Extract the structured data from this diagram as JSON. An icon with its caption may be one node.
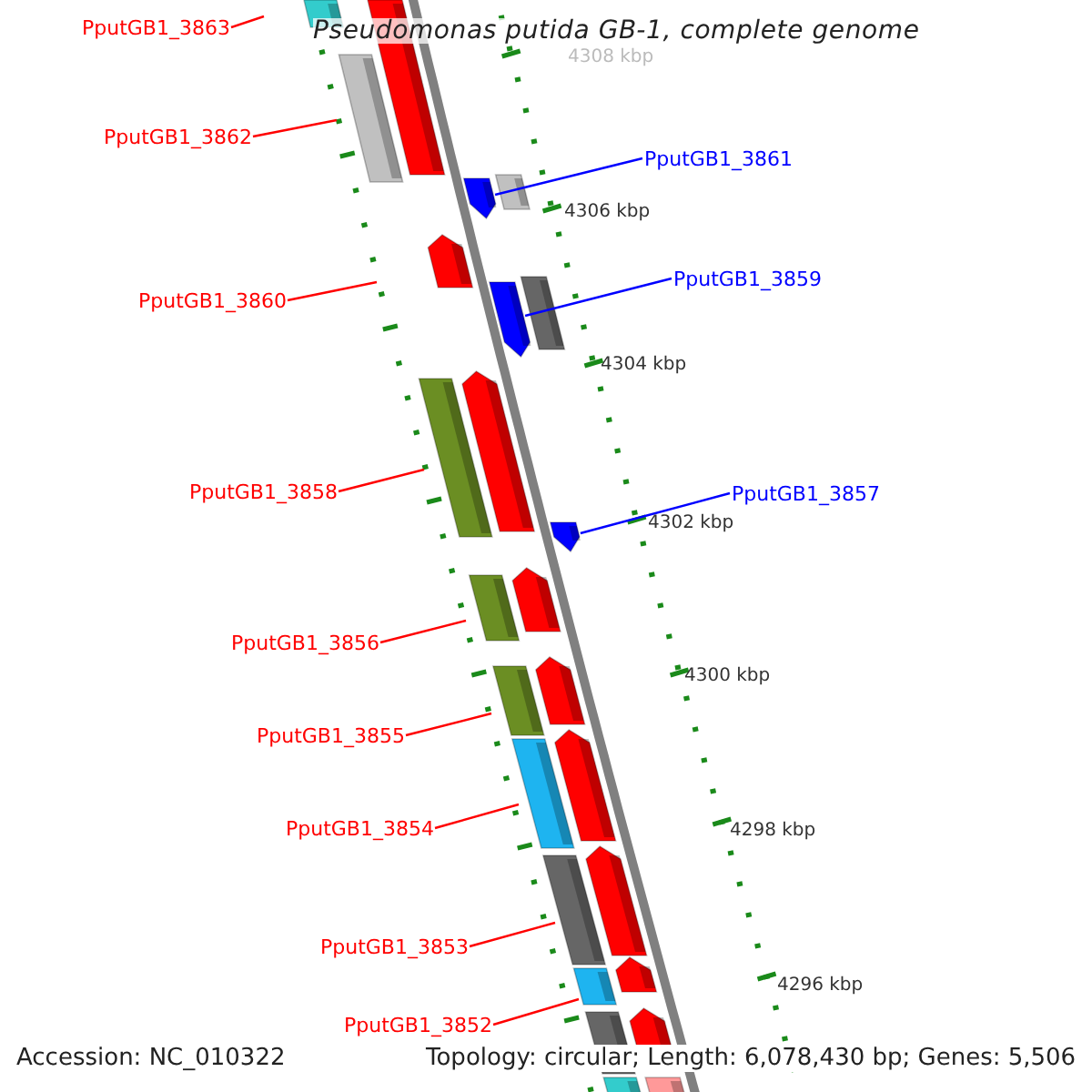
{
  "diagram": {
    "title": "Pseudomonas putida GB-1, complete genome",
    "nodes": [
      {
        "text": [
          "PputGB1_3863"
        ]
      },
      {
        "text": [
          "PputGB1_3862"
        ]
      },
      {
        "text": [
          "PputGB1_3861"
        ]
      },
      {
        "text": [
          "PputGB1_3860"
        ]
      },
      {
        "text": [
          "PputGB1_3859"
        ]
      },
      {
        "text": [
          "PputGB1_3858"
        ]
      },
      {
        "text": [
          "PputGB1_3857"
        ]
      },
      {
        "text": [
          "PputGB1_3856"
        ]
      },
      {
        "text": [
          "PputGB1_3855"
        ]
      },
      {
        "text": [
          "PputGB1_3854"
        ]
      },
      {
        "text": [
          "PputGB1_3853"
        ]
      },
      {
        "text": [
          "PputGB1_3852"
        ]
      },
      {
        "text": [],
        "shape": "arrow"
      },
      {
        "text": [],
        "shape": "arrow"
      },
      {
        "text": [],
        "shape": "arrow"
      }
    ],
    "edges": [
      {
        "from": 0,
        "to": null,
        "arrow": "none"
      },
      {
        "from": 1,
        "to": null,
        "arrow": "none"
      },
      {
        "from": 2,
        "to": 12,
        "arrow": "none",
        "color": "#0000ff"
      },
      {
        "from": 3,
        "to": null,
        "arrow": "none"
      },
      {
        "from": 4,
        "to": 13,
        "arrow": "none",
        "color": "#0000ff"
      },
      {
        "from": 5,
        "to": null,
        "arrow": "none"
      },
      {
        "from": 6,
        "to": 14,
        "arrow": "none",
        "color": "#0000ff"
      },
      {
        "from": 7,
        "to": null,
        "arrow": "none"
      },
      {
        "from": 8,
        "to": null,
        "arrow": "none"
      },
      {
        "from": 9,
        "to": null,
        "arrow": "none"
      },
      {
        "from": 10,
        "to": null,
        "arrow": "none"
      },
      {
        "from": 11,
        "to": null,
        "arrow": "none"
      }
    ],
    "labels": [
      "4308 kbp",
      "4306 kbp",
      "4304 kbp",
      "4302 kbp",
      "4300 kbp",
      "4298 kbp",
      "4296 kbp",
      "Accession: NC_010322",
      "Topology: circular; Length: 6,078,430 bp; Genes: 5,506"
    ]
  }
}
